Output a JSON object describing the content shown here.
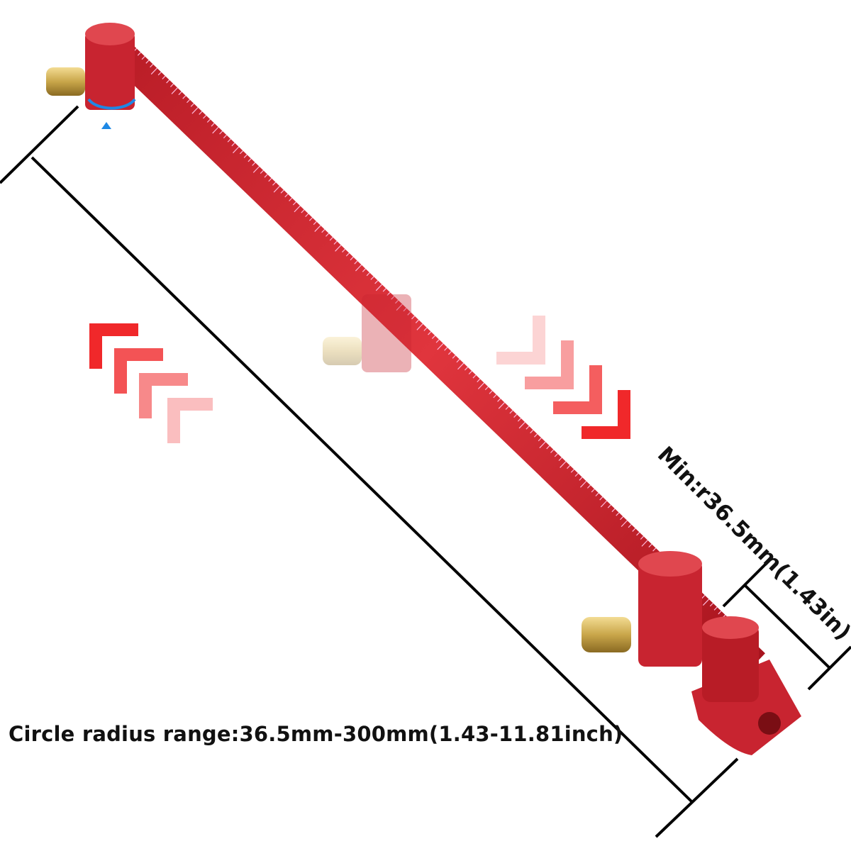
{
  "caption": "Circle radius range:36.5mm-300mm(1.43-11.81inch)",
  "min_label": "Min:r36.5mm(1.43in)",
  "colors": {
    "product_red": "#d62a33",
    "brass": "#c9a64a",
    "arrow_red": "#f0282a",
    "pivot_marker": "#1e88e5",
    "dimension_line": "#000000"
  },
  "icons": [
    "chevron-left-up-arrows",
    "chevron-right-down-arrows",
    "pivot-rotate-icon"
  ]
}
